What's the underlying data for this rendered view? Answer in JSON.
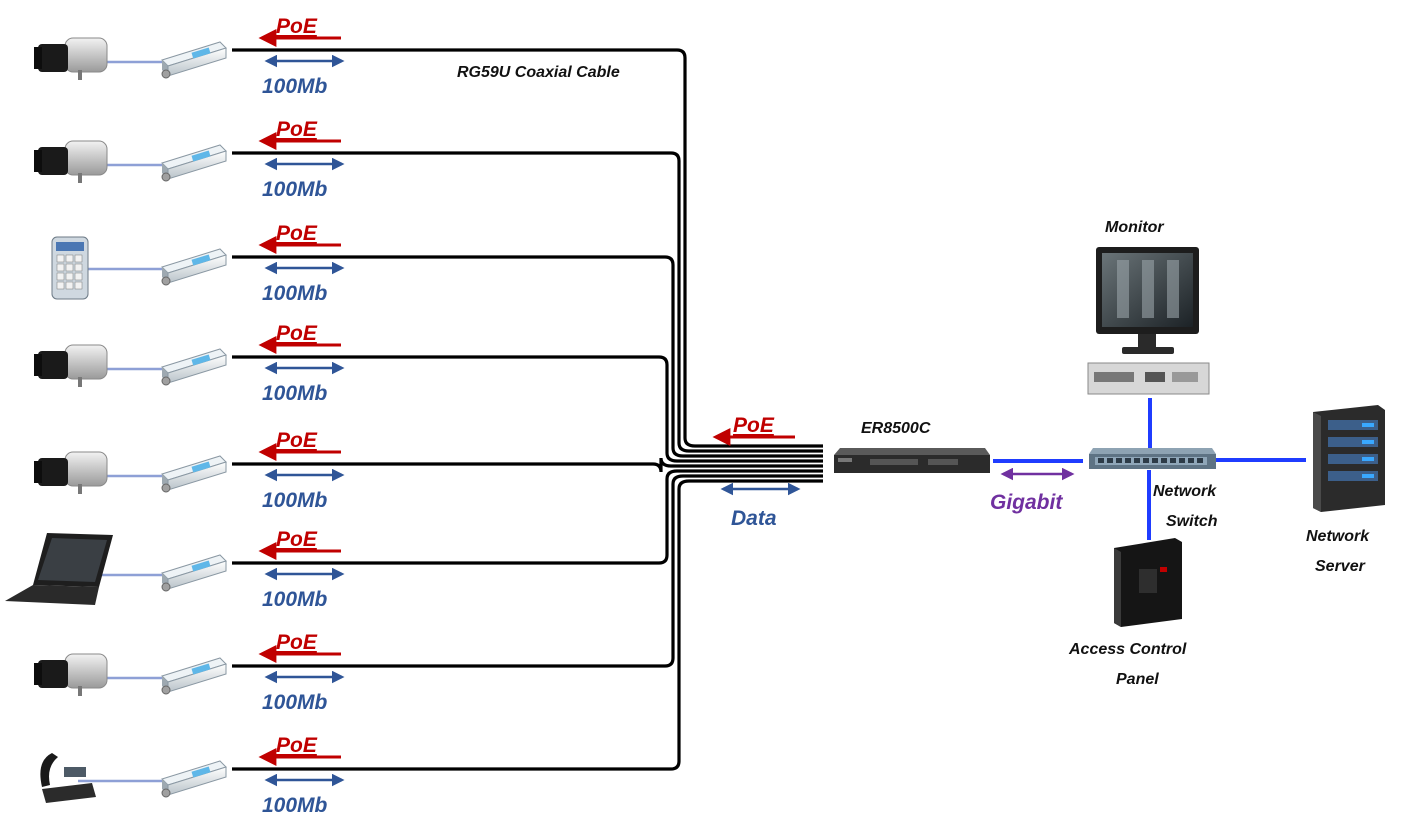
{
  "diagram": {
    "cable_label": "RG59U Coaxial Cable",
    "device_label": "ER8500C",
    "poe_label": "PoE",
    "data_label": "Data",
    "gigabit_label": "Gigabit",
    "endpoints": [
      {
        "icon": "camera-icon",
        "poe": "PoE",
        "speed": "100Mb"
      },
      {
        "icon": "camera-icon",
        "poe": "PoE",
        "speed": "100Mb"
      },
      {
        "icon": "keypad-icon",
        "poe": "PoE",
        "speed": "100Mb"
      },
      {
        "icon": "camera-icon",
        "poe": "PoE",
        "speed": "100Mb"
      },
      {
        "icon": "camera-icon",
        "poe": "PoE",
        "speed": "100Mb"
      },
      {
        "icon": "laptop-icon",
        "poe": "PoE",
        "speed": "100Mb"
      },
      {
        "icon": "camera-icon",
        "poe": "PoE",
        "speed": "100Mb"
      },
      {
        "icon": "ip-phone-icon",
        "poe": "PoE",
        "speed": "100Mb"
      }
    ],
    "network": {
      "monitor": "Monitor",
      "switch_line1": "Network",
      "switch_line2": "Switch",
      "server_line1": "Network",
      "server_line2": "Server",
      "acp_line1": "Access Control",
      "acp_line2": "Panel"
    },
    "colors": {
      "poe": "#c00000",
      "speed": "#2f5597",
      "gigabit": "#7030a0",
      "network_link": "#1f3cff",
      "cable": "#000000"
    }
  }
}
